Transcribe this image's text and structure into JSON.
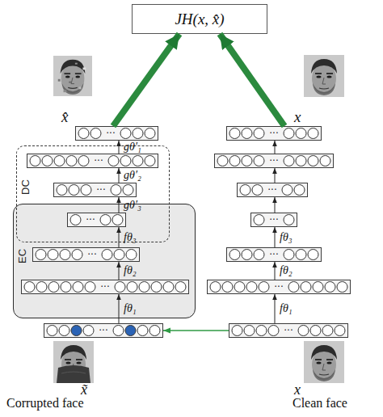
{
  "diagram": {
    "nodes": [
      {
        "text": [
          "JH(x, x̂)"
        ]
      },
      {
        "text": [
          "···"
        ]
      },
      {
        "text": [
          "···"
        ]
      },
      {
        "text": [
          "DC"
        ]
      },
      {
        "text": [
          "···"
        ],
        "in": 3
      },
      {
        "text": [
          "···"
        ]
      },
      {
        "text": [
          "···"
        ],
        "in": 3
      },
      {
        "text": [
          "···"
        ]
      },
      {
        "text": [
          "EC"
        ]
      },
      {
        "text": [
          "···"
        ],
        "in": 8
      },
      {
        "text": [
          "···"
        ]
      },
      {
        "text": [
          "···"
        ],
        "in": 8
      },
      {
        "text": [
          "···"
        ]
      },
      {
        "text": [
          "···"
        ],
        "in": 8
      },
      {
        "text": [
          "···"
        ]
      },
      {
        "text": [
          "···"
        ]
      },
      {
        "text": [
          "···"
        ]
      }
    ],
    "edges": [
      {
        "from": 1,
        "to": 0,
        "arrow": "to"
      },
      {
        "from": 2,
        "to": 0,
        "arrow": "to"
      },
      {
        "from": 15,
        "to": 13,
        "arrow": "to",
        "label": "fθ₁"
      },
      {
        "from": 13,
        "to": 11,
        "arrow": "to",
        "label": "fθ₂"
      },
      {
        "from": 11,
        "to": 9,
        "arrow": "to",
        "label": "fθ₃"
      },
      {
        "from": 9,
        "to": 6,
        "arrow": "to",
        "label": "gθ′₃"
      },
      {
        "from": 6,
        "to": 4,
        "arrow": "to",
        "label": "gθ′₂"
      },
      {
        "from": 4,
        "to": 1,
        "arrow": "to",
        "label": "gθ′₁"
      },
      {
        "from": 16,
        "to": 14,
        "arrow": "to",
        "label": "fθ₁"
      },
      {
        "from": 14,
        "to": 12,
        "arrow": "to",
        "label": "fθ₂"
      },
      {
        "from": 12,
        "to": 10,
        "arrow": "to",
        "label": "fθ₃"
      },
      {
        "from": 10,
        "to": 7,
        "arrow": "to"
      },
      {
        "from": 7,
        "to": 5,
        "arrow": "to"
      },
      {
        "from": 5,
        "to": 2,
        "arrow": "to"
      },
      {
        "from": 16,
        "to": 15,
        "arrow": "to"
      }
    ],
    "labels": [
      "x̂",
      "x",
      "x̃",
      "Corrupted face",
      "x",
      "Clean face"
    ]
  }
}
